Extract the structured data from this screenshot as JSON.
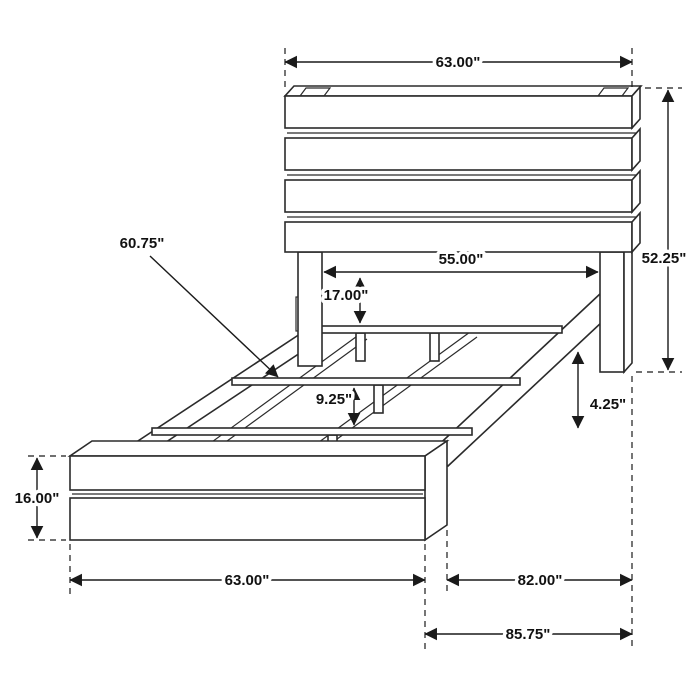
{
  "diagram": {
    "type": "bed-frame-dimension-drawing",
    "line_color": "#2b2b2b",
    "background": "#ffffff"
  },
  "dims": {
    "top_width": "63.00\"",
    "height": "52.25\"",
    "rail": "60.75\"",
    "inner_width": "55.00\"",
    "drop": "17.00\"",
    "slat_spacing": "9.25\"",
    "rail_thickness": "4.25\"",
    "footboard_height": "16.00\"",
    "bottom_width": "63.00\"",
    "length": "82.00\"",
    "overall_length": "85.75\""
  }
}
